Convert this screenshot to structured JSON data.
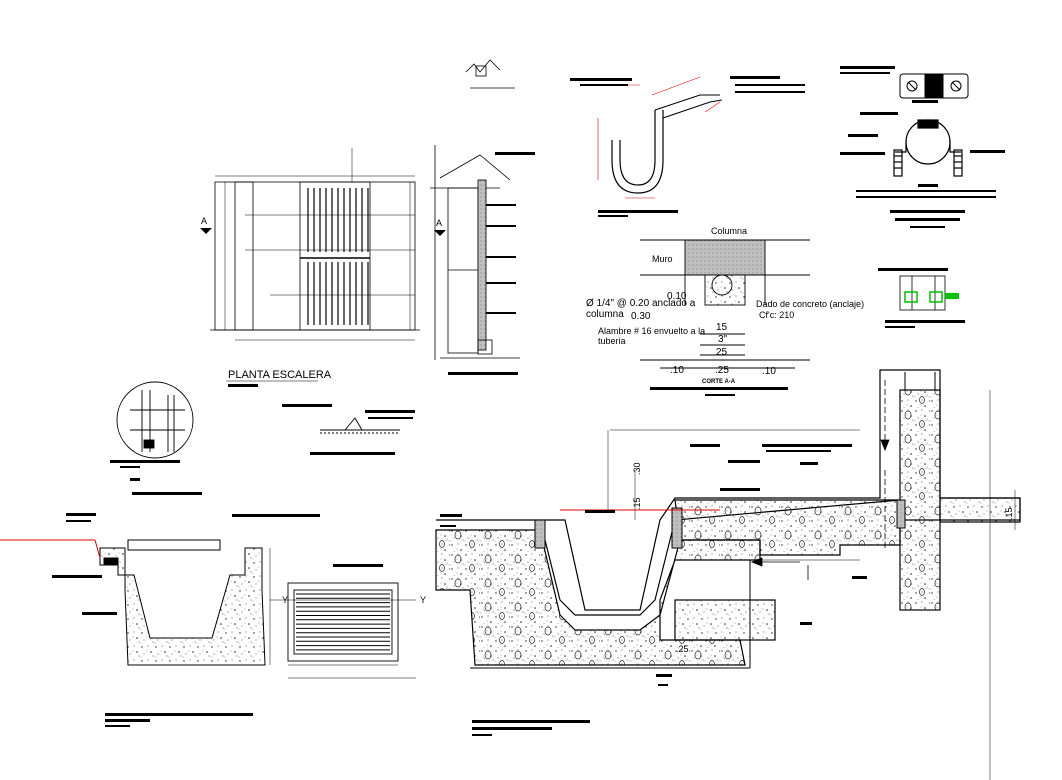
{
  "sheet": {
    "title_planta": "PLANTA  ESCALERA",
    "col_label": "Columna",
    "muro_label": "Muro",
    "dim_010": "0.10",
    "dim_030": "0.30",
    "dim_15": "15",
    "dim_3in": "3\"",
    "dim_25": "25",
    "dim_bottom_a": ".10",
    "dim_bottom_b": ".25",
    "dim_bottom_c": ".10",
    "note_anclaje": "Ø 1/4\" @ 0.20 anclado a",
    "note_columna": "columna",
    "note_dado": "Dado de concreto (anclaje)",
    "note_cfc": "Cf'c: 210",
    "note_alambre": "Alambre # 16 envuelto a la",
    "note_tuberia": "tuberia",
    "corte_aa": "CORTE A-A",
    "letter_a_left": "A",
    "letter_a_right": "A",
    "letter_y_left": "Y",
    "letter_y_right": "Y",
    "dim_right_15": ".15",
    "dim_pit_25": ".25",
    "dim_pit_30": ".30",
    "dim_pit_15": ".15",
    "colors": {
      "line": "#000000",
      "red": "#e00000",
      "green": "#00c000",
      "hatch": "#1a1a1a"
    }
  }
}
